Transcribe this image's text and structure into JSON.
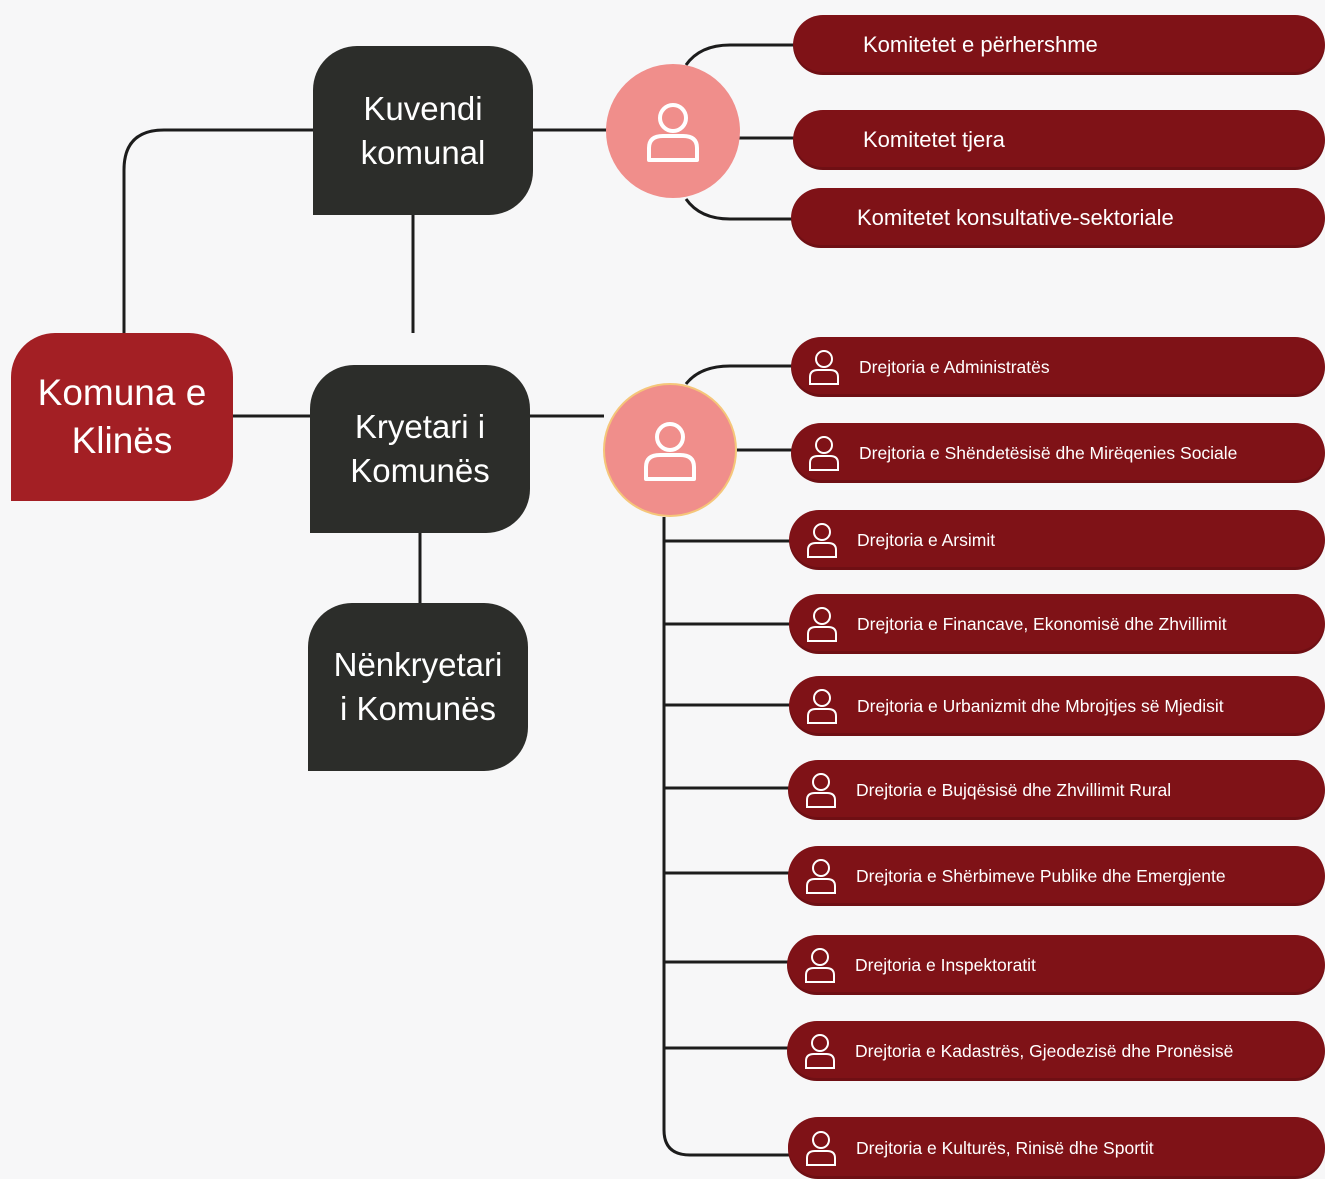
{
  "root": {
    "label": "Komuna e\nKlinës"
  },
  "assembly": {
    "label": "Kuvendi\nkomunal"
  },
  "mayor": {
    "label": "Kryetari i\nKomunës"
  },
  "deputy": {
    "label": "Nënkryetari\ni Komunës"
  },
  "committees": [
    {
      "label": "Komitetet e përhershme"
    },
    {
      "label": "Komitetet tjera"
    },
    {
      "label": "Komitetet konsultative-sektoriale"
    }
  ],
  "directorates": [
    {
      "label": "Drejtoria e Administratës"
    },
    {
      "label": "Drejtoria e Shëndetësisë dhe Mirëqenies Sociale"
    },
    {
      "label": "Drejtoria e Arsimit"
    },
    {
      "label": "Drejtoria e Financave, Ekonomisë dhe Zhvillimit"
    },
    {
      "label": "Drejtoria e Urbanizmit dhe Mbrojtjes së Mjedisit"
    },
    {
      "label": "Drejtoria e Bujqësisë dhe Zhvillimit Rural"
    },
    {
      "label": "Drejtoria e Shërbimeve Publike dhe Emergjente"
    },
    {
      "label": "Drejtoria e Inspektoratit"
    },
    {
      "label": "Drejtoria e Kadastrës, Gjeodezisë dhe Pronësisë"
    },
    {
      "label": "Drejtoria e Kulturës, Rinisë dhe Sportit"
    }
  ],
  "icons": {
    "hub": "person-icon",
    "pill": "person-outline-icon"
  },
  "colors": {
    "root": "#a31f24",
    "dark": "#2c2d2a",
    "pill": "#7f1217",
    "hub": "#f08e8b"
  }
}
